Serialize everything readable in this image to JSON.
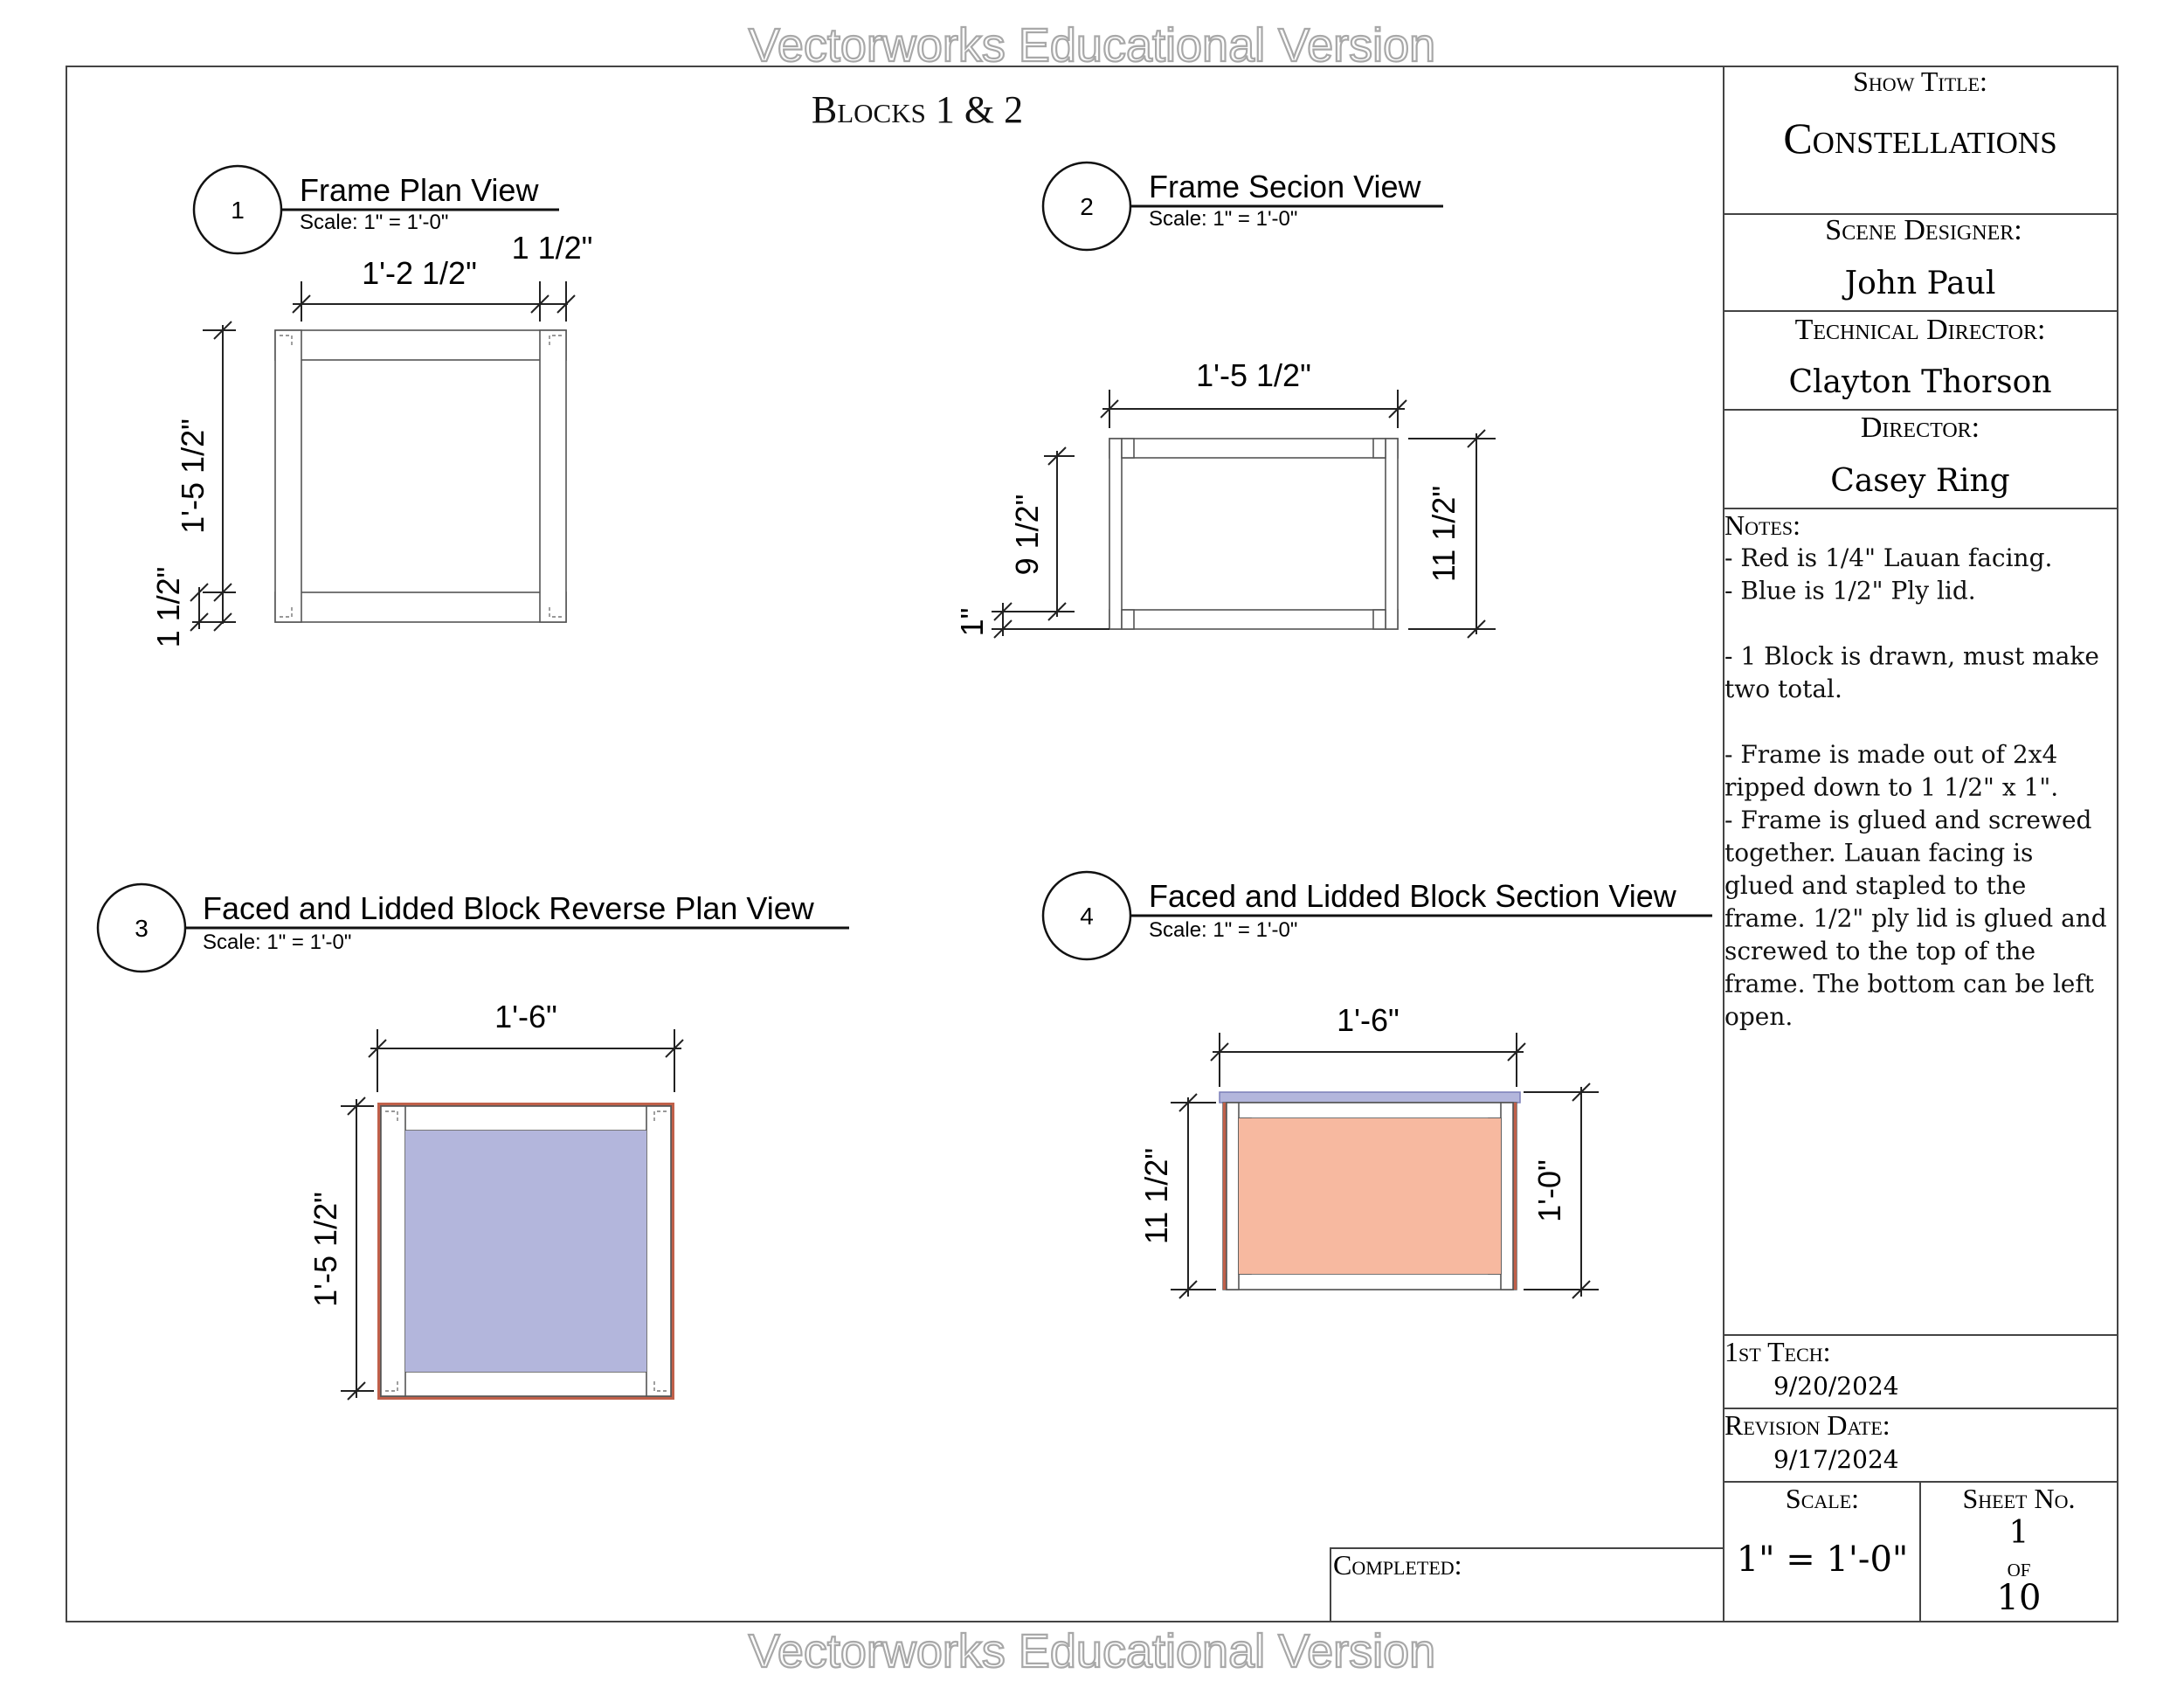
{
  "watermark": "Vectorworks Educational Version",
  "sheet_title": "Blocks 1 & 2",
  "views": [
    {
      "number": "1",
      "title": "Frame Plan View",
      "scale": "Scale: 1\" = 1'-0\""
    },
    {
      "number": "2",
      "title": "Frame Secion View",
      "scale": "Scale: 1\" = 1'-0\""
    },
    {
      "number": "3",
      "title": "Faced and Lidded Block Reverse Plan View",
      "scale": "Scale: 1\" = 1'-0\""
    },
    {
      "number": "4",
      "title": "Faced and Lidded Block Section View",
      "scale": "Scale: 1\" = 1'-0\""
    }
  ],
  "dimensions": {
    "v1_width": "1'-2 1/2\"",
    "v1_member_top": "1 1/2\"",
    "v1_height": "1'-5 1/2\"",
    "v1_member_side": "1 1/2\"",
    "v2_width": "1'-5 1/2\"",
    "v2_inner_height": "9 1/2\"",
    "v2_outer_height": "11 1/2\"",
    "v2_member": "1\"",
    "v3_width": "1'-6\"",
    "v3_height": "1'-5 1/2\"",
    "v4_width": "1'-6\"",
    "v4_left_height": "11 1/2\"",
    "v4_right_height": "1'-0\""
  },
  "colors": {
    "lauan_facing": "#f7b9a0",
    "lauan_edge": "#c0604a",
    "ply_lid": "#b3b6dc",
    "ply_edge": "#7b7fb8"
  },
  "title_block": {
    "show_title_label": "Show Title:",
    "show_title": "Constellations",
    "scene_designer_label": "Scene Designer:",
    "scene_designer": "John Paul",
    "technical_director_label": "Technical Director:",
    "technical_director": "Clayton Thorson",
    "director_label": "Director:",
    "director": "Casey Ring",
    "notes_label": "Notes:",
    "notes_lines": [
      "- Red is 1/4\" Lauan facing.",
      "- Blue is 1/2\" Ply lid.",
      "",
      "- 1 Block is drawn, must make",
      "two total.",
      "",
      "- Frame is made out of 2x4",
      "ripped down to 1 1/2\" x 1\".",
      "- Frame is glued and screwed",
      "together. Lauan facing is",
      "glued and stapled to the",
      "frame. 1/2\" ply lid is glued and",
      "screwed to the top of the",
      "frame. The bottom can be left",
      "open."
    ],
    "first_tech_label": "1st Tech:",
    "first_tech_date": "9/20/2024",
    "revision_label": "Revision Date:",
    "revision_date": "9/17/2024",
    "scale_label": "Scale:",
    "scale_value": "1\" = 1'-0\"",
    "sheet_label": "Sheet No.",
    "sheet_number": "1",
    "sheet_of": "of",
    "sheet_total": "10",
    "completed_label": "Completed:"
  }
}
